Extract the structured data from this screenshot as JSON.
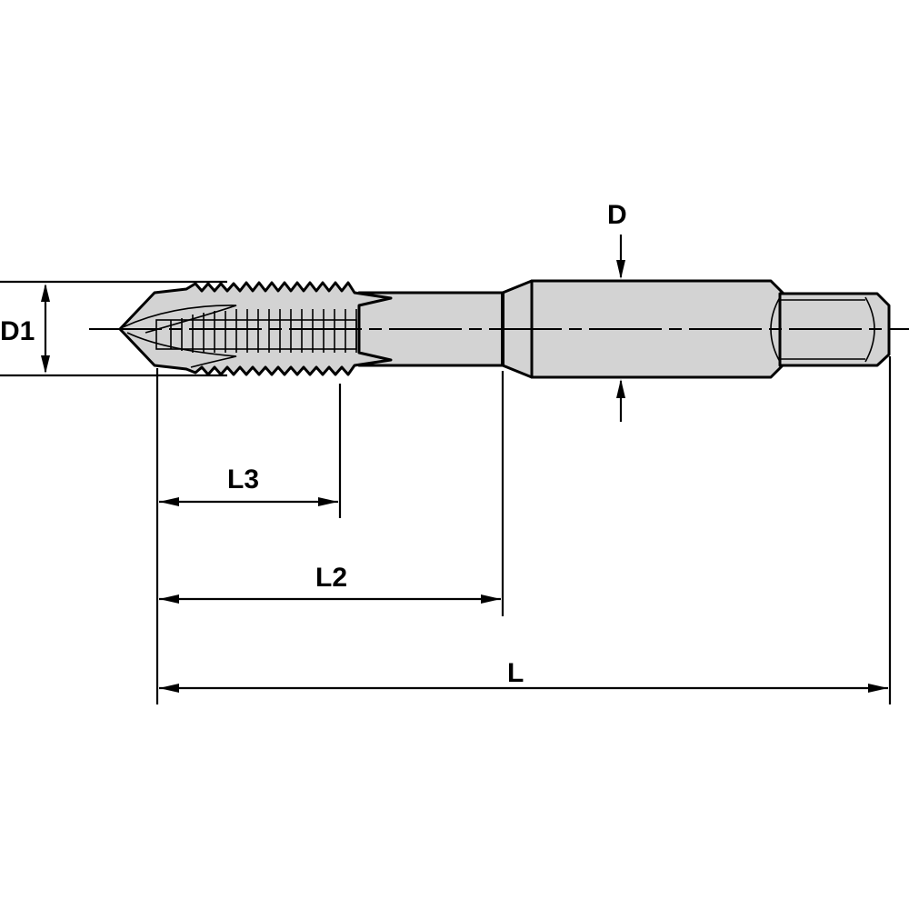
{
  "drawing": {
    "subject": "Spiral point tap technical drawing",
    "background": "#ffffff",
    "fill_color": "#d3d3d3",
    "line_color": "#000000"
  },
  "dimensions": {
    "D": "D",
    "D1": "D1",
    "L": "L",
    "L2": "L2",
    "L3": "L3"
  }
}
